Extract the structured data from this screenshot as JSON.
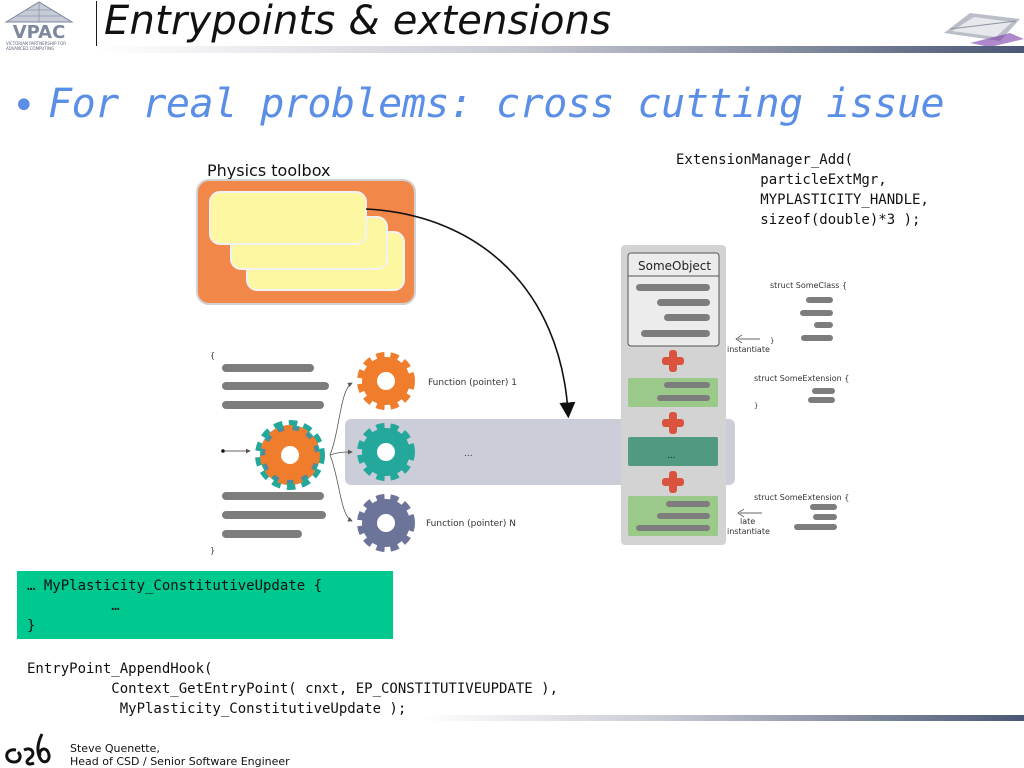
{
  "header": {
    "title": "Entrypoints & extensions",
    "logo_text": "VPAC",
    "logo_subtitle_1": "VICTORIAN PARTNERSHIP FOR",
    "logo_subtitle_2": "ADVANCED COMPUTING"
  },
  "bullet": {
    "text": "For real problems: cross cutting issue"
  },
  "diagram": {
    "physics_toolbox_label": "Physics toolbox",
    "open_brace": "{",
    "close_brace": "}",
    "function_pointer_1": "Function (pointer) 1",
    "function_pointer_n": "Function (pointer) N",
    "ellipsis_left": "...",
    "ellipsis_right": "...",
    "some_object_label": "SomeObject",
    "struct_some_class": "struct SomeClass {",
    "close_brace_class": "}",
    "instantiate": "instantiate",
    "struct_some_extension_1": "struct SomeExtension {",
    "close_brace_ext": "}",
    "struct_some_extension_2": "struct SomeExtension {",
    "late": "late",
    "instantiate_2": "instantiate"
  },
  "code": {
    "extension_manager": "ExtensionManager_Add(\n          particleExtMgr,\n          MYPLASTICITY_HANDLE,\n          sizeof(double)*3 );",
    "green_block": "… MyPlasticity_ConstitutiveUpdate {\n          …\n}",
    "entry_point": "EntryPoint_AppendHook(\n          Context_GetEntryPoint( cnxt, EP_CONSTITUTIVEUPDATE ),\n           MyPlasticity_ConstitutiveUpdate );"
  },
  "footer": {
    "author_line_1": "Steve Quenette,",
    "author_line_2": "Head of CSD / Senior Software Engineer"
  },
  "colors": {
    "bullet_blue": "#5b8ee6",
    "toolbox_orange": "#f2874a",
    "toolbox_yellow": "#fdf7a2",
    "gear_orange": "#ef7d2b",
    "gear_teal": "#25a89c",
    "gear_slate": "#6d749a",
    "code_green": "#00c98f",
    "plus_red": "#d9533f",
    "ext_green": "#9ac98a"
  }
}
